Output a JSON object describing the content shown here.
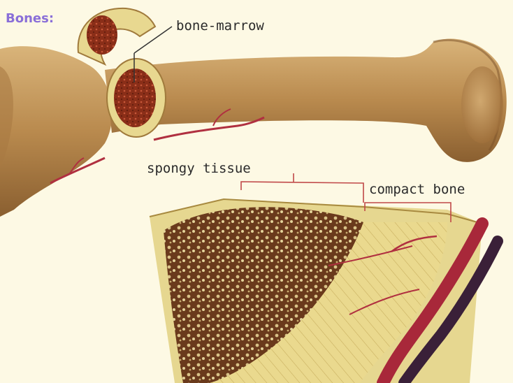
{
  "title": "Bones:",
  "labels": {
    "bone_marrow": "bone-marrow",
    "spongy_tissue": "spongy tissue",
    "compact_bone": "compact bone"
  },
  "colors": {
    "heading": "#8a6fd8",
    "background": "#fdf9e4",
    "bone": "#c49a5e",
    "bone_shadow": "#8a5f30",
    "marrow": "#7a2a18",
    "compact_layer": "#e8dc94",
    "vessel_red": "#a8283a",
    "vessel_dark": "#3a2038",
    "leader_line": "#c04848"
  }
}
